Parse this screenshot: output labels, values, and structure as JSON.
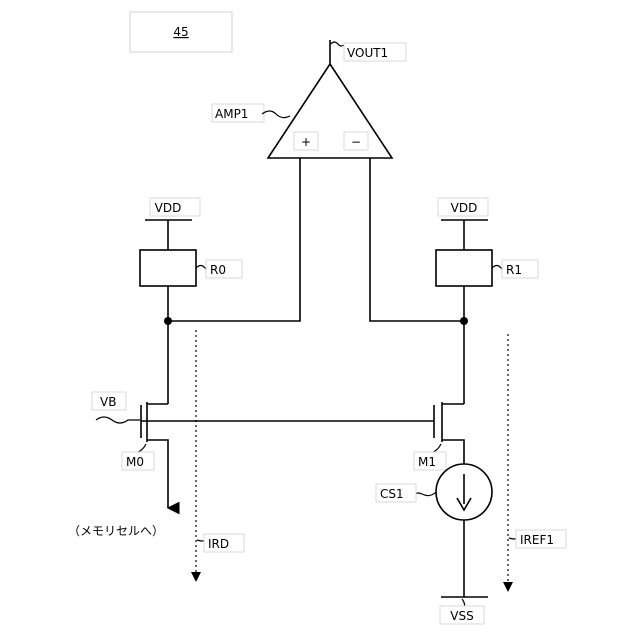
{
  "figure_number": "45",
  "labels": {
    "vout": "VOUT1",
    "amp": "AMP1",
    "plus": "+",
    "minus": "−",
    "vdd_left": "VDD",
    "vdd_right": "VDD",
    "r0": "R0",
    "r1": "R1",
    "vb": "VB",
    "m0": "M0",
    "m1": "M1",
    "cs1": "CS1",
    "to_memory": "（メモリセルへ）",
    "ird": "IRD",
    "iref1": "IREF1",
    "vss": "VSS"
  }
}
